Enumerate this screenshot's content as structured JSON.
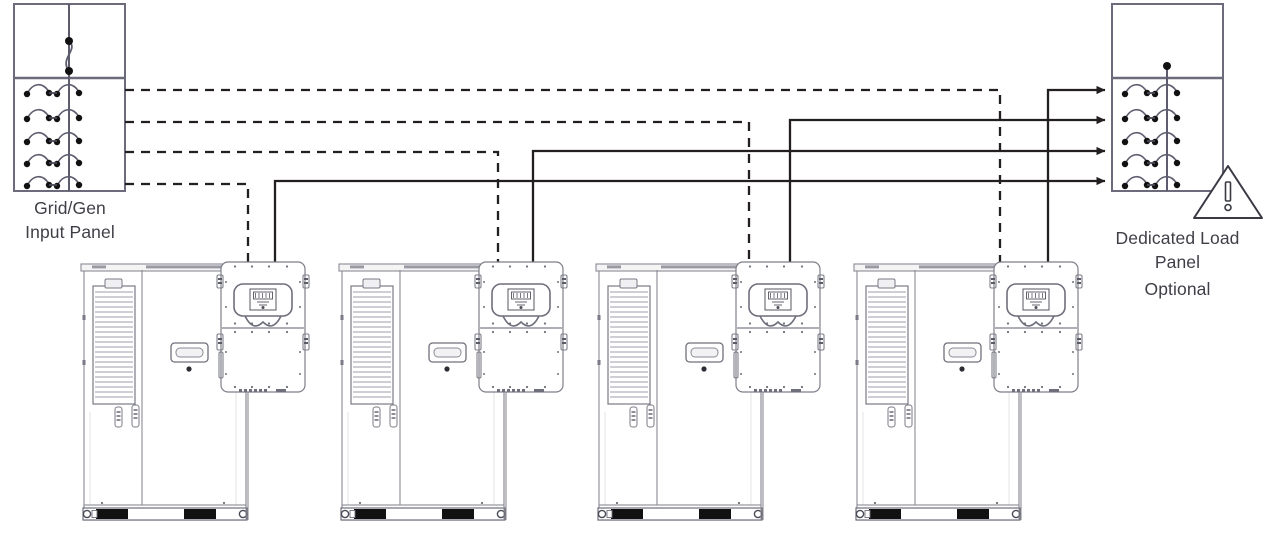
{
  "diagram": {
    "title": "Multi-Unit Grid/Gen to Dedicated Load Panel Wiring Diagram",
    "type": "single-line-wiring-diagram",
    "units_count": 4,
    "colors": {
      "line": "#231f20",
      "panel_stroke": "#6b6b7b",
      "equipment_stroke": "#7a7a86",
      "equipment_fill": "#ffffff",
      "text": "#3f3f48",
      "accent_dark": "#111111"
    }
  },
  "labels": {
    "grid_gen_line1": "Grid/Gen",
    "grid_gen_line2": "Input Panel",
    "load_panel_line1": "Dedicated Load",
    "load_panel_line2": "Panel",
    "load_panel_note": "Optional"
  },
  "panels": {
    "input_panel": {
      "name": "Grid/Gen Input Panel",
      "main_breaker_count": 1,
      "branch_rows": 5,
      "branch_poles_per_row": 4,
      "outgoing_connections": 4,
      "connection_style": "dashed"
    },
    "load_panel": {
      "name": "Dedicated Load Panel",
      "optional": true,
      "branch_rows": 5,
      "branch_poles_per_row": 4,
      "incoming_connections": 4,
      "connection_style": "solid-arrow",
      "warning_icon": "warning-triangle-icon"
    }
  },
  "units": [
    {
      "index": 1,
      "name": "Battery cabinet with inverter 1",
      "inverter": "inverter-unit",
      "cabinet": "battery-cabinet",
      "input_line": "dashed",
      "output_line": "solid"
    },
    {
      "index": 2,
      "name": "Battery cabinet with inverter 2",
      "inverter": "inverter-unit",
      "cabinet": "battery-cabinet",
      "input_line": "dashed",
      "output_line": "solid"
    },
    {
      "index": 3,
      "name": "Battery cabinet with inverter 3",
      "inverter": "inverter-unit",
      "cabinet": "battery-cabinet",
      "input_line": "dashed",
      "output_line": "solid"
    },
    {
      "index": 4,
      "name": "Battery cabinet with inverter 4",
      "inverter": "inverter-unit",
      "cabinet": "battery-cabinet",
      "input_line": "dashed",
      "output_line": "solid"
    }
  ],
  "wiring": {
    "dashed_bus_rows_y": [
      90,
      122,
      152,
      184
    ],
    "solid_bus_rows_y": [
      90,
      120,
      151,
      181
    ],
    "dashed_drop_x": [
      248,
      498,
      749,
      1000
    ],
    "solid_drop_x": [
      275,
      533,
      790,
      1048
    ],
    "arrow_head": "arrow-right"
  }
}
